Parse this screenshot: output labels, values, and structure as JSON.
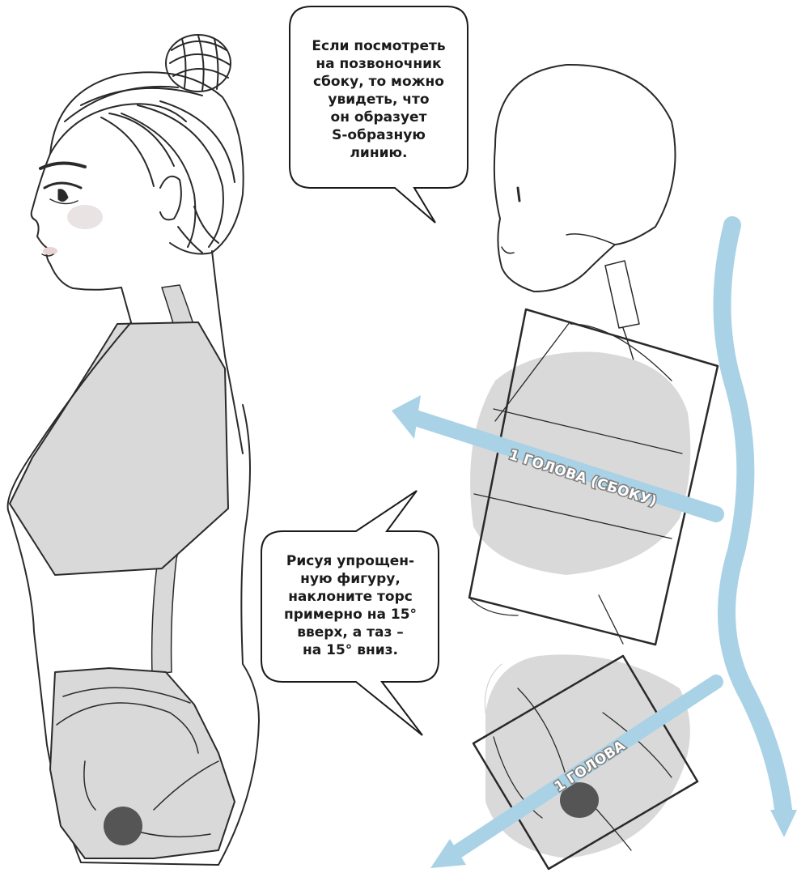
{
  "bubbles": {
    "spine_side_view": "Если посмотреть\nна позвоночник\nсбоку, то можно\nувидеть, что\nон образует\nS-образную\nлинию.",
    "simplified_figure_tilt": "Рисуя упрощен-\nную фигуру,\nнаклоните торс\nпримерно на 15°\nвверх, а таз –\nна 15° вниз."
  },
  "labels": {
    "torso_measure": "1 ГОЛОВА (СБОКУ)",
    "pelvis_measure": "1 ГОЛОВА"
  },
  "colors": {
    "arrow_blue": "#a9d2e6",
    "shape_gray": "#d9d9d9",
    "line": "#2a2a2a"
  }
}
